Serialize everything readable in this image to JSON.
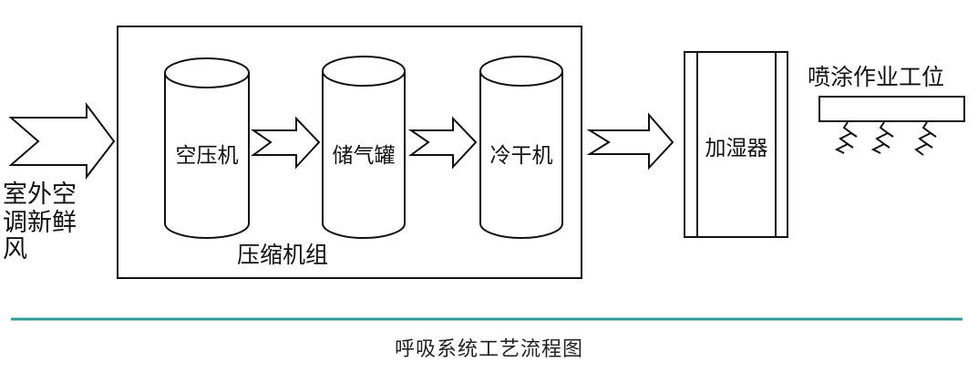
{
  "diagram": {
    "inlet_label": [
      "室外空",
      "调新鲜",
      "风"
    ],
    "compressor_group_label": "压缩机组",
    "units": {
      "air_compressor": "空压机",
      "air_tank": "储气罐",
      "dryer": "冷干机",
      "humidifier": "加湿器"
    },
    "workstation_label": "喷涂作业工位"
  },
  "caption": "呼吸系统工艺流程图",
  "colors": {
    "line": "#111111",
    "divider": "#2f9a92"
  }
}
